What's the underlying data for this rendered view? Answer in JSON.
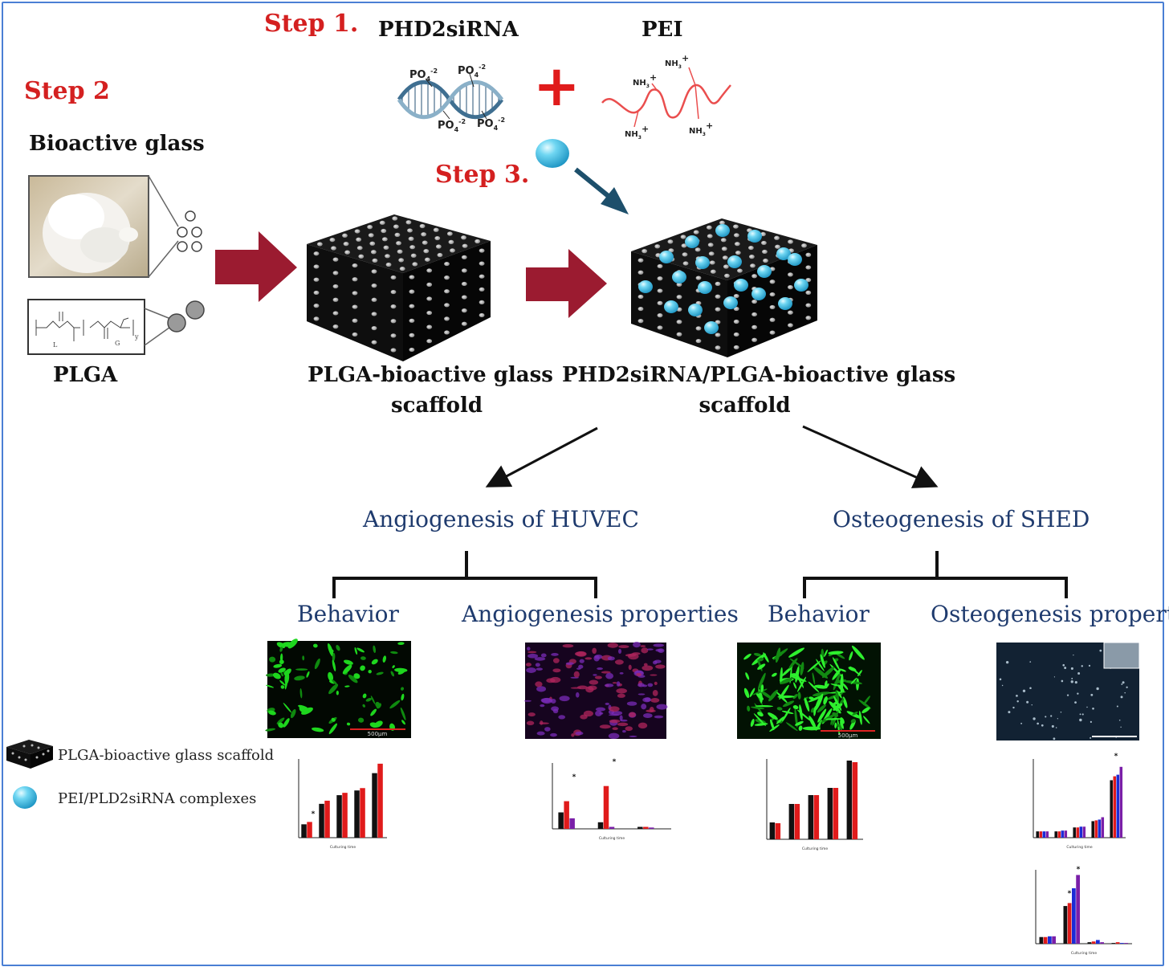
{
  "steps": {
    "step1": "Step 1.",
    "step2": "Step 2",
    "step3": "Step 3."
  },
  "materials": {
    "bioactive_glass": "Bioactive glass",
    "plga": "PLGA",
    "phd2sirna": "PHD2siRNA",
    "pei": "PEI",
    "plus_sign": "+"
  },
  "chem": {
    "po4": "PO",
    "po4_sub": "4",
    "po4_sup": "-2",
    "nh3": "NH",
    "nh3_sub": "3",
    "nh3_sup": "+",
    "plga_l": "L",
    "plga_g": "G",
    "plga_y": "y"
  },
  "scaffolds": {
    "plain_line1": "PLGA-bioactive glass",
    "plain_line2": "scaffold",
    "loaded_line1": "PHD2siRNA/PLGA-bioactive glass",
    "loaded_line2": "scaffold"
  },
  "branches": {
    "angiogenesis": "Angiogenesis of HUVEC",
    "osteogenesis": "Osteogenesis of SHED",
    "behavior_left": "Behavior",
    "angio_props": "Angiogenesis properties",
    "behavior_right": "Behavior",
    "osteo_props": "Osteogenesis properties"
  },
  "micrographs": {
    "scale_huvec_behavior": "500μm",
    "scale_shed_behavior": "500μm"
  },
  "mini_charts": {
    "xlabel": "Culturing time",
    "star": "*"
  },
  "legend": {
    "scaffold": "PLGA-bioactive glass scaffold",
    "complex": "PEI/PLD2siRNA complexes"
  },
  "colors": {
    "step_red": "#d42020",
    "arrow_maroon": "#9b1b30",
    "arrow_teal": "#1d4f6b",
    "sphere_blue": "#5cc8e8",
    "text_blue": "#1f3b6e",
    "frame_blue": "#4a7fd4",
    "bar_black": "#111111",
    "bar_red": "#e01b1b",
    "bar_blue": "#1c2bd6",
    "bar_purple": "#7a1fa8"
  }
}
